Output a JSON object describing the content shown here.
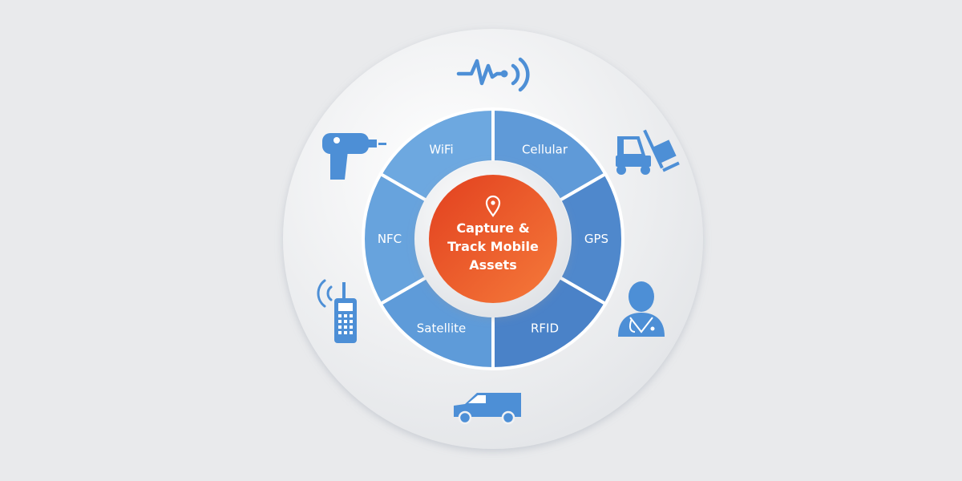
{
  "diagram": {
    "center": {
      "icon": "location-pin-icon",
      "lines": [
        "Capture &",
        "Track Mobile",
        "Assets"
      ]
    },
    "segments": [
      {
        "label": "WiFi"
      },
      {
        "label": "Cellular"
      },
      {
        "label": "GPS"
      },
      {
        "label": "RFID"
      },
      {
        "label": "Satellite"
      },
      {
        "label": "NFC"
      }
    ],
    "outer_icons": [
      "heartbeat-signal-icon",
      "forklift-icon",
      "doctor-icon",
      "delivery-van-icon",
      "walkie-talkie-phone-icon",
      "handheld-scanner-icon"
    ],
    "colors": {
      "background": "#e9eaec",
      "outer_circle": "#f4f5f7",
      "segment_light": "#6aa5df",
      "segment_dark": "#3f7cc4",
      "center": "#ee5a2c",
      "icon": "#4d8fd6"
    }
  }
}
